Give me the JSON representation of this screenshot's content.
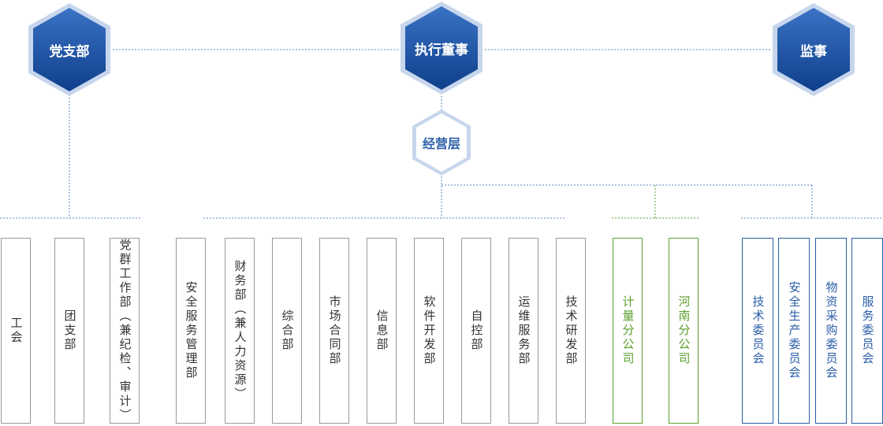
{
  "top": {
    "party": "党支部",
    "director": "执行董事",
    "supervisor": "监事"
  },
  "management": "经营层",
  "departments": [
    {
      "label": "工会",
      "group": "party"
    },
    {
      "label": "团支部",
      "group": "party"
    },
    {
      "label": "党群工作部（兼纪检、审计）",
      "group": "party"
    },
    {
      "label": "安全服务管理部",
      "group": "ops"
    },
    {
      "label": "财务部（兼人力资源）",
      "group": "ops"
    },
    {
      "label": "综合部",
      "group": "ops"
    },
    {
      "label": "市场合同部",
      "group": "ops"
    },
    {
      "label": "信息部",
      "group": "ops"
    },
    {
      "label": "软件开发部",
      "group": "ops"
    },
    {
      "label": "自控部",
      "group": "ops"
    },
    {
      "label": "运维服务部",
      "group": "ops"
    },
    {
      "label": "技术研发部",
      "group": "ops"
    },
    {
      "label": "计量分公司",
      "group": "branch"
    },
    {
      "label": "河南分公司",
      "group": "branch"
    },
    {
      "label": "技术委员会",
      "group": "committee"
    },
    {
      "label": "安全生产委员会",
      "group": "committee"
    },
    {
      "label": "物资采购委员会",
      "group": "committee"
    },
    {
      "label": "服务委员会",
      "group": "committee"
    }
  ],
  "colors": {
    "hex_fill": "#1a4f9c",
    "hex_light": "#c7d6ec",
    "party_ops_border": "#9a9a9a",
    "branch": "#5aa02c",
    "committee": "#2a5ea8"
  }
}
